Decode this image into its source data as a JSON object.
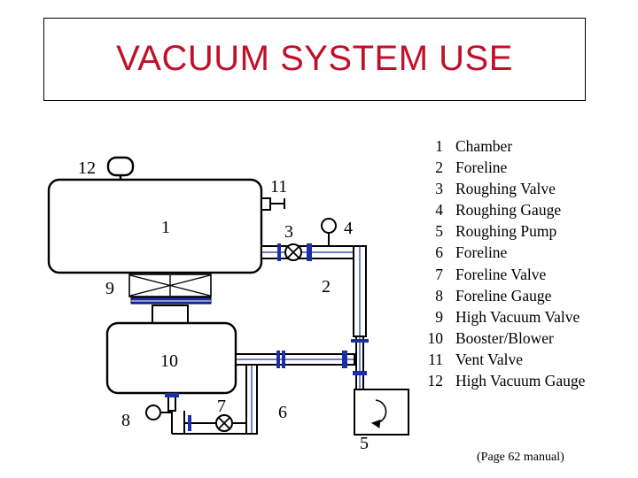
{
  "title": "VACUUM SYSTEM USE",
  "callouts": {
    "n1": "1",
    "n2": "2",
    "n3": "3",
    "n4": "4",
    "n5": "5",
    "n6": "6",
    "n7": "7",
    "n8": "8",
    "n9": "9",
    "n10": "10",
    "n11": "11",
    "n12": "12"
  },
  "legend": [
    {
      "num": "1",
      "label": "Chamber"
    },
    {
      "num": "2",
      "label": "Foreline"
    },
    {
      "num": "3",
      "label": "Roughing Valve"
    },
    {
      "num": "4",
      "label": "Roughing Gauge"
    },
    {
      "num": "5",
      "label": "Roughing Pump"
    },
    {
      "num": "6",
      "label": "Foreline"
    },
    {
      "num": "7",
      "label": "Foreline Valve"
    },
    {
      "num": "8",
      "label": "Foreline Gauge"
    },
    {
      "num": "9",
      "label": "High Vacuum Valve"
    },
    {
      "num": "10",
      "label": "Booster/Blower"
    },
    {
      "num": "11",
      "label": "Vent Valve"
    },
    {
      "num": "12",
      "label": "High Vacuum Gauge"
    }
  ],
  "footnote": "(Page 62 manual)",
  "colors": {
    "title": "#c0102a",
    "line": "#000000",
    "pipe_fill": "#ffffff",
    "pipe_inner": "#1b2fa8",
    "flange": "#1b2fa8"
  }
}
